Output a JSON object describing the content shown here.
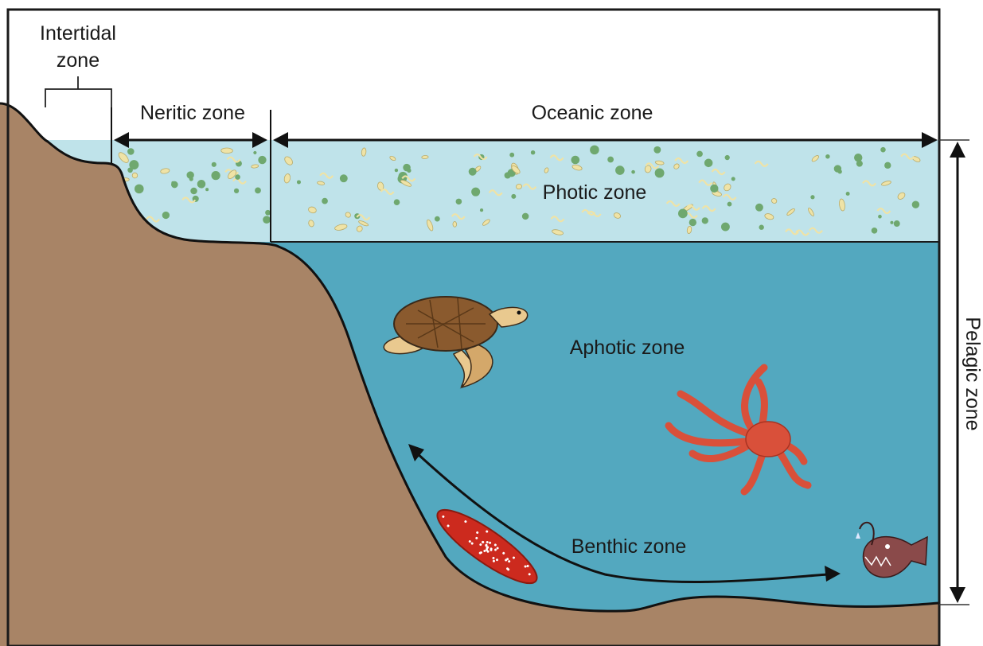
{
  "labels": {
    "intertidal_line1": "Intertidal",
    "intertidal_line2": "zone",
    "neritic": "Neritic zone",
    "oceanic": "Oceanic zone",
    "photic": "Photic zone",
    "aphotic": "Aphotic zone",
    "benthic": "Benthic zone",
    "pelagic": "Pelagic zone"
  },
  "colors": {
    "land": "#a88466",
    "photic_water": "#bfe3ea",
    "aphotic_water": "#53a8bf",
    "plankton_green": "#6fa86f",
    "plankton_yellow": "#efe3a6",
    "turtle_shell": "#8a5a2e",
    "octopus": "#d9503a",
    "sea_cucumber": "#cc2a1e",
    "anglerfish": "#8a4a4a"
  },
  "icons": [
    "sea-turtle-icon",
    "octopus-icon",
    "sea-cucumber-icon",
    "anglerfish-icon",
    "plankton-icon"
  ]
}
